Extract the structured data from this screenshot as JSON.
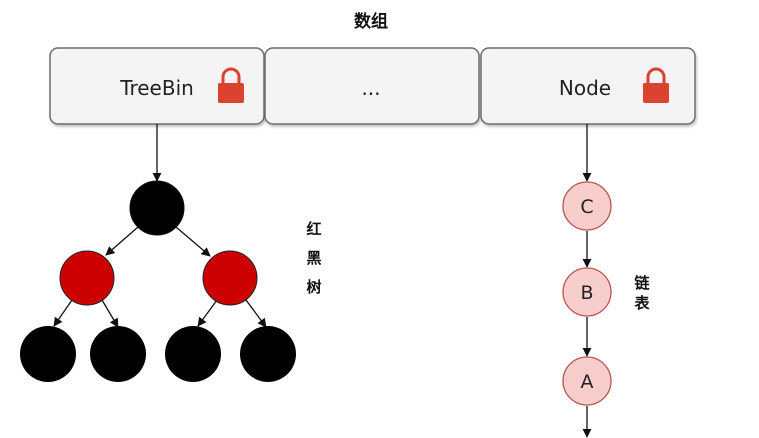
{
  "title": "数组",
  "array_cells": [
    {
      "label": "TreeBin",
      "locked": true
    },
    {
      "label": "...",
      "locked": false
    },
    {
      "label": "Node",
      "locked": true
    }
  ],
  "tree_label": [
    "红",
    "黑",
    "树"
  ],
  "list_label": [
    "链",
    "表"
  ],
  "list_nodes": [
    "C",
    "B",
    "A"
  ],
  "colors": {
    "cell_fill": "#f4f4f4",
    "cell_stroke": "#6d6d6d",
    "lock": "#d9432f",
    "black_node": "#000000",
    "red_node": "#cc0000",
    "list_node_fill": "#f8cecc",
    "list_node_stroke": "#b85450"
  }
}
